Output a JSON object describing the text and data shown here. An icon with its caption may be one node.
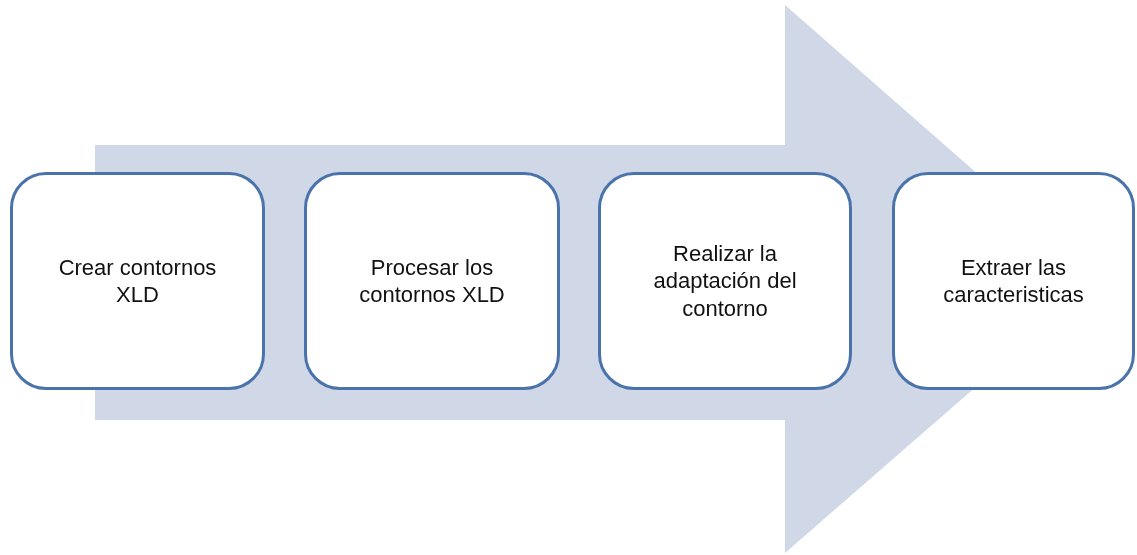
{
  "diagram": {
    "nodes": [
      {
        "text": [
          "Crear contornos XLD"
        ]
      },
      {
        "text": [
          "Procesar los contornos XLD"
        ]
      },
      {
        "text": [
          "Realizar la adaptación del contorno"
        ]
      },
      {
        "text": [
          "Extraer las caracteristicas"
        ]
      }
    ],
    "edges": [
      {
        "from": 0,
        "to": 3,
        "arrow": "to"
      }
    ]
  }
}
